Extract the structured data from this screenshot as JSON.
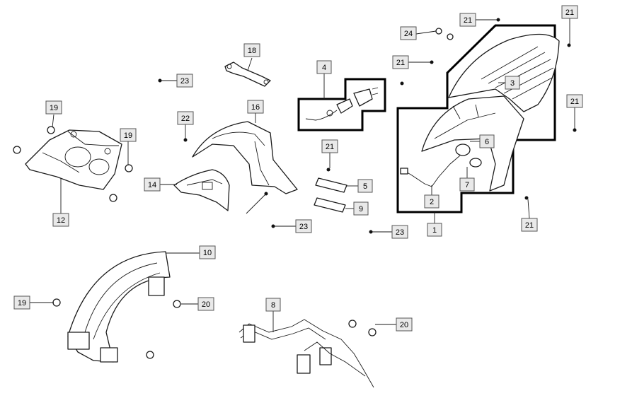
{
  "diagram": {
    "callouts": [
      {
        "label": "1"
      },
      {
        "label": "2"
      },
      {
        "label": "3"
      },
      {
        "label": "4"
      },
      {
        "label": "5"
      },
      {
        "label": "6"
      },
      {
        "label": "7"
      },
      {
        "label": "8"
      },
      {
        "label": "9"
      },
      {
        "label": "10"
      },
      {
        "label": "12"
      },
      {
        "label": "14"
      },
      {
        "label": "16"
      },
      {
        "label": "18"
      },
      {
        "label": "19"
      },
      {
        "label": "19"
      },
      {
        "label": "19"
      },
      {
        "label": "20"
      },
      {
        "label": "20"
      },
      {
        "label": "21"
      },
      {
        "label": "21"
      },
      {
        "label": "21"
      },
      {
        "label": "21"
      },
      {
        "label": "21"
      },
      {
        "label": "21"
      },
      {
        "label": "22"
      },
      {
        "label": "23"
      },
      {
        "label": "23"
      },
      {
        "label": "23"
      },
      {
        "label": "24"
      }
    ]
  }
}
